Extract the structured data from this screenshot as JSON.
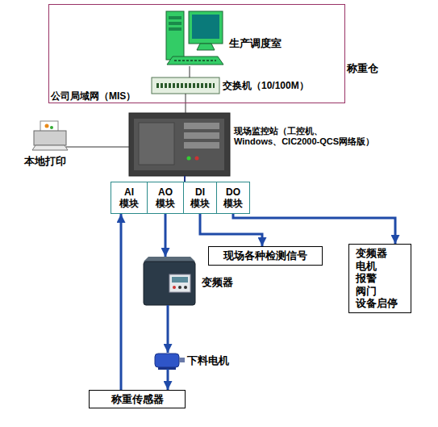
{
  "diagram": {
    "nodes": [
      {
        "text": [
          "公司局域网（MIS）"
        ]
      },
      {
        "text": [
          "生产调度室"
        ],
        "in": 0
      },
      {
        "text": [
          "交换机（10/100M）"
        ],
        "in": 0
      },
      {
        "text": [
          "现场监控站（工控机、 Windows、CIC2000-QCS网络版）"
        ]
      },
      {
        "text": [
          "本地打印"
        ]
      },
      {
        "text": [
          "AI 模块"
        ]
      },
      {
        "text": [
          "AO 模块"
        ]
      },
      {
        "text": [
          "DI 模块"
        ]
      },
      {
        "text": [
          "DO 模块"
        ]
      },
      {
        "text": [
          "现场各种检测信号"
        ]
      },
      {
        "text": [
          "变频器 电机 报警 阀门 设备启停"
        ]
      },
      {
        "text": [
          "变频器"
        ]
      },
      {
        "text": [
          "下料电机"
        ]
      },
      {
        "text": [
          "称重传感器"
        ]
      }
    ],
    "edges": [
      {
        "from": 1,
        "to": 2,
        "arrow": "none"
      },
      {
        "from": 2,
        "to": 3,
        "arrow": "none"
      },
      {
        "from": 4,
        "to": 3,
        "arrow": "none"
      },
      {
        "from": 3,
        "to": 7,
        "arrow": "none"
      },
      {
        "from": 6,
        "to": 11,
        "arrow": "to"
      },
      {
        "from": 7,
        "to": 9,
        "arrow": "to"
      },
      {
        "from": 8,
        "to": 10,
        "arrow": "to"
      },
      {
        "from": 11,
        "to": 12,
        "arrow": "to"
      },
      {
        "from": 12,
        "to": 13,
        "arrow": "to"
      },
      {
        "from": 13,
        "to": 5,
        "arrow": "to"
      }
    ],
    "labels": [
      "称重仓"
    ]
  }
}
